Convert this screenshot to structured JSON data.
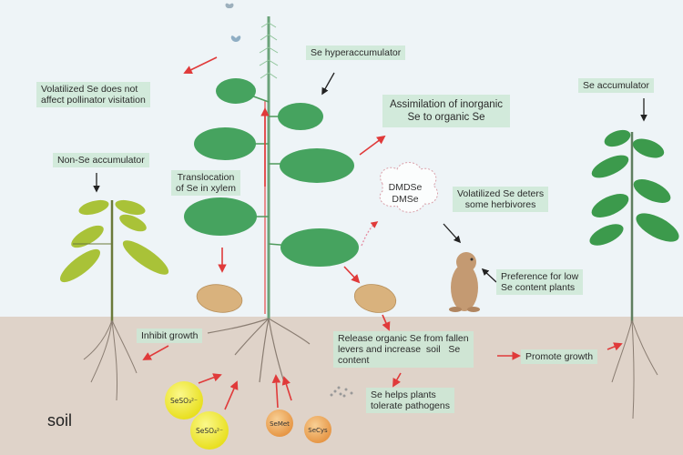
{
  "labels": {
    "se_hyperaccumulator": "Se hyperaccumulator",
    "volatilized_pollinator": [
      "Volatilized Se does not",
      "affect pollinator visitation"
    ],
    "assimilation": [
      "Assimilation of inorganic",
      "Se to organic Se"
    ],
    "se_accumulator": "Se accumulator",
    "non_se_accumulator": "Non-Se accumulator",
    "translocation": [
      "Translocation",
      "of Se in xylem"
    ],
    "cloud": [
      "DMDSe",
      "DMSe"
    ],
    "deters_herbivores": [
      "Volatilized Se deters",
      "some herbivores"
    ],
    "preference": [
      "Preference for low",
      "Se content plants"
    ],
    "inhibit_growth": "Inhibit growth",
    "release_organic": [
      "Release organic Se from fallen",
      "levers and increase  soil   Se",
      "content"
    ],
    "promote_growth": "Promote growth",
    "pathogens": [
      "Se helps plants",
      "tolerate pathogens"
    ],
    "soil": "soil"
  },
  "molecules": {
    "seso3": "SeSO₃²⁻",
    "seso4": "SeSO₄²⁻",
    "semet": "SeMet",
    "secys": "SeCys"
  },
  "colors": {
    "sky": "#eef4f7",
    "soil": "#dfd3c9",
    "label_box": "#cce8d6",
    "hyper_leaf": "#46a35f",
    "accumulator_leaf": "#3c9a4c",
    "non_accumulator_leaf": "#a9c238",
    "arrow": "#e03a3a",
    "inorganic_molecule": "#f3ee3a",
    "organic_molecule": "#f0a95a",
    "fallen_leaf": "#d9b27d"
  }
}
